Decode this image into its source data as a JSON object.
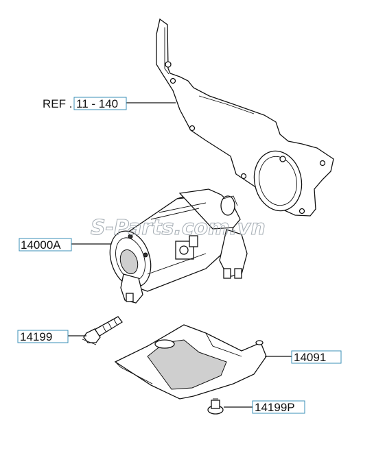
{
  "diagram": {
    "callouts": [
      {
        "id": "ref",
        "prefix": "REF .",
        "number": "11 - 140"
      },
      {
        "id": "starter",
        "number": "14000A"
      },
      {
        "id": "bolt",
        "number": "14199"
      },
      {
        "id": "heat-shield",
        "number": "14091"
      },
      {
        "id": "small-bolt",
        "number": "14199P"
      }
    ],
    "watermark": "S-Parts.com.vn"
  },
  "colors": {
    "label_box": "#3a8fb7",
    "line": "#111111",
    "watermark": "#9aa3ab"
  }
}
